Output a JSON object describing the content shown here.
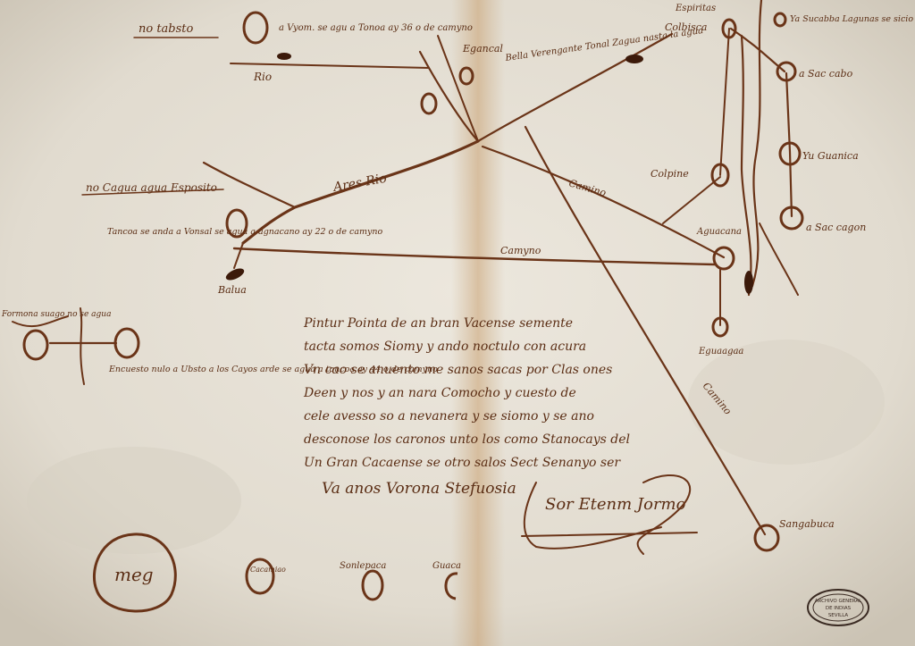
{
  "image_description": "Colonial-era hand-drawn manuscript map on aged paper showing towns as small ovals connected by ink roads and rivers, with a handwritten notarial text block, a signature, and an archive seal stamp.",
  "labels": {
    "top_left_heading": "no tabsto",
    "top_center_note": "a Vyom. se agu a Tonoa ay 36 o de camyno",
    "river_left": "Rio",
    "top_town": "Egancal",
    "north_road_note": "Bella Verengante Tonal Zagua nasta la agua",
    "left_heading": "no Cagua agua Esposito",
    "tancoa_note": "Tancoa se anda a Vonsal se agua a agnacano ay 22 o de camyno",
    "town_below_left": "Balua",
    "road_label": "Ares Rio",
    "road_label_center": "Camyno",
    "road_label_east": "Camino",
    "road_label_southeast": "Camino",
    "town_east_a": "Colpine",
    "town_east_b": "Aguacana",
    "town_east_c": "Eguaagaa",
    "far_left_note": "Formona suago no se agua",
    "encuesto_note": "Encuesto nulo a Ubsto a los Cayos arde se agua a tancoa ay 44 o de camyno",
    "top_right_heading": "Espiritas",
    "top_right_town": "Colbisca",
    "far_top_right": "Ya Sucabba Lagunas se sicio agua",
    "town_right_1": "a Sac cabo",
    "town_right_2": "Yu Guanica",
    "town_right_3": "a Sac cagon",
    "town_southeast": "Sangabuca",
    "bottom_big_town": "meg",
    "bottom_town_1": "Cacamiao",
    "bottom_town_2": "Sonlepaca",
    "bottom_town_3": "Guaca"
  },
  "document_text": {
    "line1": "Pintur Pointa de an bran Vacense semente",
    "line2": "tacta somos Siomy y ando noctulo con acura",
    "line3": "Vn cao se anuento me sanos sacas por Clas ones",
    "line4": "Deen y nos y an nara Comocho y cuesto de",
    "line5": "cele avesso so a nevanera y se siomo y se ano",
    "line6": "desconose los caronos unto los como Stanocays del",
    "line7": "Un Gran Cacaense se otro salos Sect Senanyo ser",
    "line8": "Va anos Vorona Stefuosia"
  },
  "signature_text": "Sor Etenm Jormo",
  "stamp_lines": [
    "ARCHIVO GENERAL",
    "DE INDIAS",
    "SEVILLA"
  ]
}
